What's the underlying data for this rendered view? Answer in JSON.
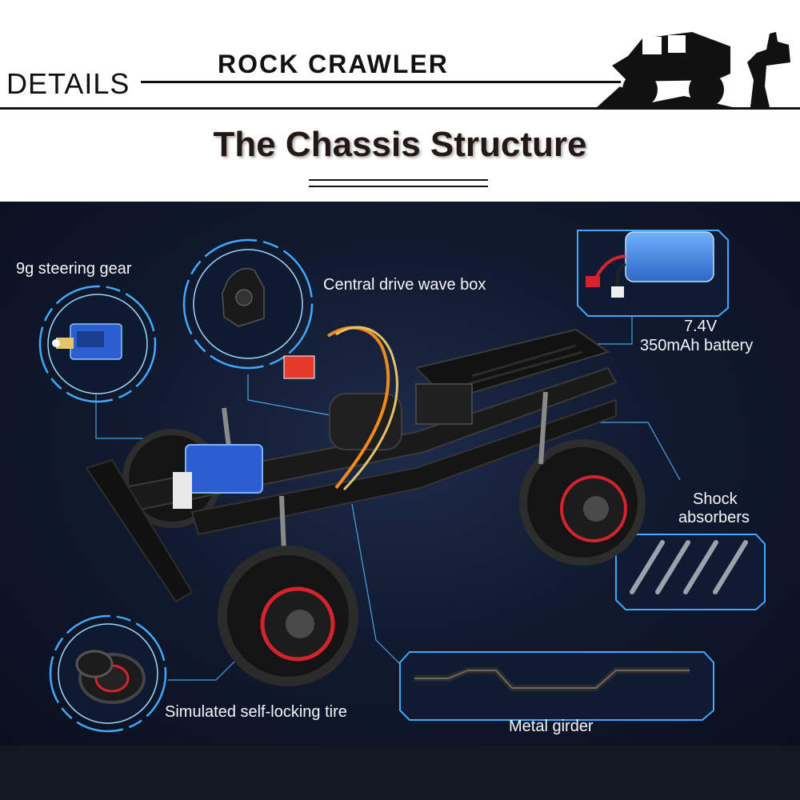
{
  "header": {
    "details": "DETAILS",
    "subtitle": "ROCK CRAWLER",
    "title": "The Chassis Structure"
  },
  "callouts": {
    "steering_gear": "9g steering gear",
    "drive_box": "Central drive wave box",
    "battery_line1": "7.4V",
    "battery_line2": "350mAh battery",
    "shock_line1": "Shock",
    "shock_line2": "absorbers",
    "tire": "Simulated self-locking tire",
    "girder": "Metal girder"
  },
  "colors": {
    "accent": "#3fa9ff",
    "panel": "#111a30",
    "rim_red": "#d4232c",
    "battery": "#3d7fd6",
    "servo": "#2b5fd1"
  }
}
